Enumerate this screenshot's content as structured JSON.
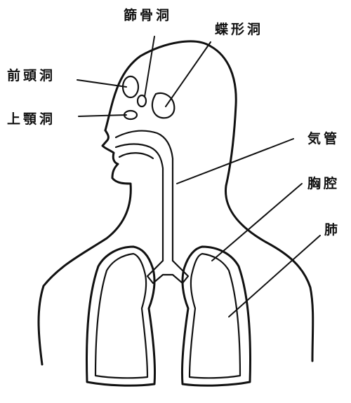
{
  "labels": {
    "ethmoid": "篩骨洞",
    "sphenoid": "蝶形洞",
    "frontal": "前頭洞",
    "maxillary": "上顎洞",
    "trachea": "気管",
    "thoracic_cavity": "胸腔",
    "lung": "肺"
  },
  "colors": {
    "ink": "#111111",
    "background": "#ffffff"
  }
}
